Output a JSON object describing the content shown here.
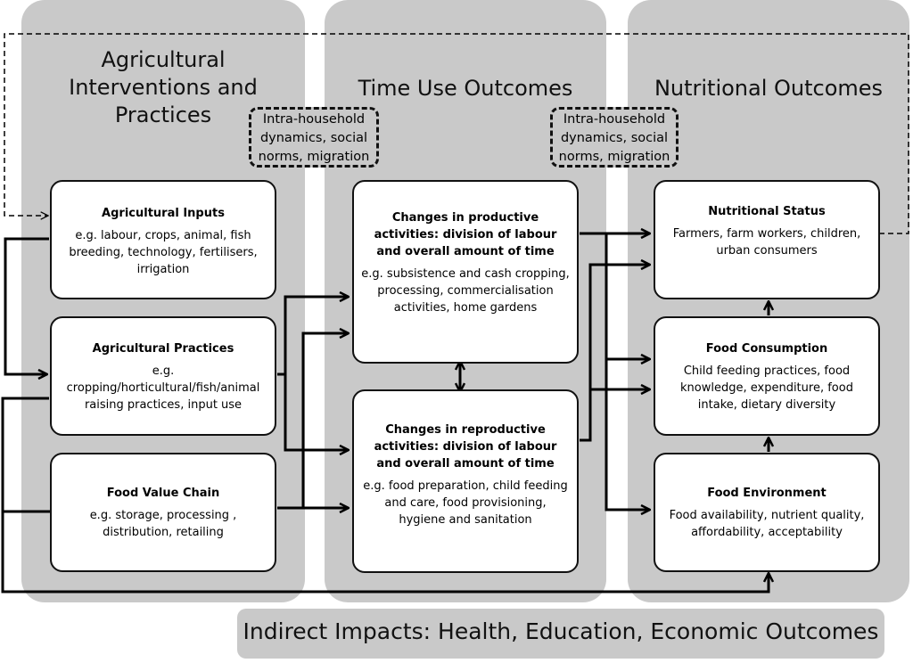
{
  "columns": {
    "agri_title": "Agricultural Interventions and Practices",
    "time_title": "Time Use Outcomes",
    "nutrition_title": "Nutritional Outcomes"
  },
  "mediators": {
    "left": [
      "Intra-household",
      "dynamics, social",
      "norms, migration"
    ],
    "right": [
      "Intra-household",
      "dynamics, social",
      "norms, migration"
    ]
  },
  "agriculture": {
    "inputs": {
      "title": "Agricultural Inputs",
      "body": "e.g. labour, crops, animal, fish breeding, technology, fertilisers, irrigation"
    },
    "practices": {
      "title": "Agricultural Practices",
      "body": "e.g. cropping/horticultural/fish/animal raising practices, input use"
    },
    "value_chain": {
      "title": "Food Value Chain",
      "body": "e.g. storage, processing , distribution, retailing"
    }
  },
  "time_use": {
    "productive": {
      "title": "Changes in productive activities: division of labour and overall amount of time",
      "body": "e.g. subsistence and cash cropping, processing, commercialisation activities, home gardens"
    },
    "reproductive": {
      "title": "Changes in reproductive activities: division of labour and overall amount of time",
      "body": "e.g. food preparation, child feeding and care, food provisioning, hygiene and sanitation"
    }
  },
  "nutrition": {
    "status": {
      "title": "Nutritional Status",
      "body": "Farmers, farm workers, children, urban consumers"
    },
    "consumption": {
      "title": "Food Consumption",
      "body": "Child feeding practices, food knowledge, expenditure, food intake, dietary diversity"
    },
    "environment": {
      "title": "Food Environment",
      "body": "Food availability, nutrient quality, affordability, acceptability"
    }
  },
  "indirect_impacts": "Indirect Impacts: Health, Education, Economic Outcomes"
}
